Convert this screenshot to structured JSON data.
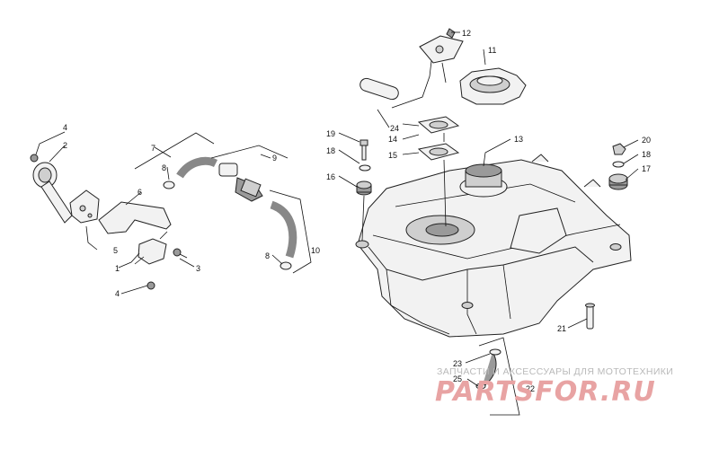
{
  "callouts": {
    "c1": "1",
    "c2": "2",
    "c3": "3",
    "c4a": "4",
    "c4b": "4",
    "c5": "5",
    "c6": "6",
    "c7": "7",
    "c8a": "8",
    "c8b": "8",
    "c9": "9",
    "c10": "10",
    "c11": "11",
    "c12": "12",
    "c13": "13",
    "c14": "14",
    "c15": "15",
    "c16": "16",
    "c17": "17",
    "c18a": "18",
    "c18b": "18",
    "c19": "19",
    "c20": "20",
    "c21": "21",
    "c22": "22",
    "c23": "23",
    "c24": "24",
    "c25": "25"
  },
  "watermark": {
    "tagline": "ЗАПЧАСТИ И АКСЕССУАРЫ ДЛЯ МОТОТЕХНИКИ",
    "logo": "PARTSFOR.RU"
  }
}
